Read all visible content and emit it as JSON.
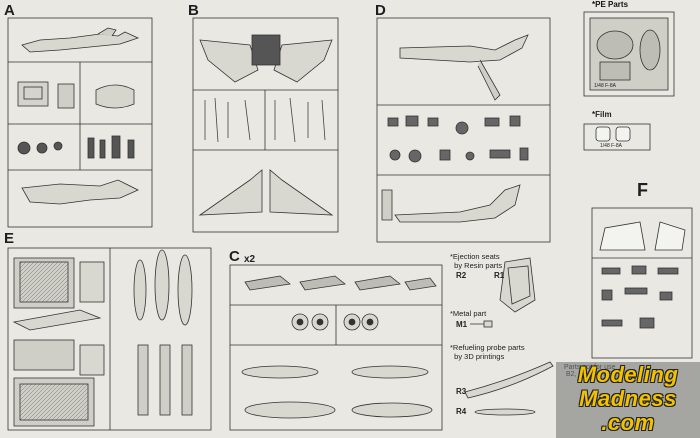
{
  "sprues": {
    "a": "A",
    "b": "B",
    "c": "C",
    "c_qty": "x2",
    "d": "D",
    "e": "E",
    "f": "F"
  },
  "pe_parts": {
    "title": "*PE Parts",
    "fret_code": "1/48 F-8A"
  },
  "film": {
    "title": "*Film",
    "code": "1/48 F-8A"
  },
  "ejection_seats": {
    "note": "*Ejection seats\n  by Resin parts",
    "r1": "R1",
    "r2": "R2"
  },
  "metal_part": {
    "note": "*Metal part",
    "m1": "M1"
  },
  "refueling_probe": {
    "note": "*Refueling probe parts\n  by 3D printings",
    "r3": "R3",
    "r4": "R4"
  },
  "watermark": {
    "line1": "Modeling",
    "line2": "Madness",
    "line3": ".com",
    "hidden_text": "Parts not for use\n B2, B3, B4, B33,"
  },
  "colors": {
    "paper": "#e9e8e3",
    "ink": "#2a2a2a",
    "watermark_yellow": "#f2c200"
  }
}
